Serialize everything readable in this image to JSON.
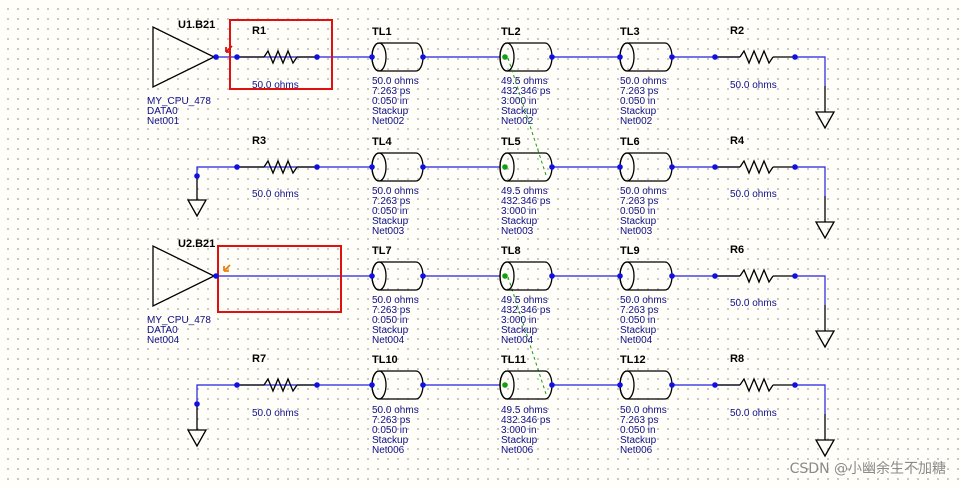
{
  "drivers": [
    {
      "ref": "U1.B21",
      "model": "MY_CPU_478",
      "pin": "DATA0",
      "net": "Net001"
    },
    {
      "ref": "U2.B21",
      "model": "MY_CPU_478",
      "pin": "DATA0",
      "net": "Net004"
    }
  ],
  "resistors": [
    {
      "ref": "R1",
      "value": "50.0 ohms"
    },
    {
      "ref": "R2",
      "value": "50.0 ohms"
    },
    {
      "ref": "R3",
      "value": "50.0 ohms"
    },
    {
      "ref": "R4",
      "value": "50.0 ohms"
    },
    {
      "ref": "R6",
      "value": "50.0 ohms"
    },
    {
      "ref": "R7",
      "value": "50.0 ohms"
    },
    {
      "ref": "R8",
      "value": "50.0 ohms"
    }
  ],
  "tlines": [
    {
      "ref": "TL1",
      "z": "50.0 ohms",
      "delay": "7.263 ps",
      "length": "0.050 in",
      "stack": "Stackup",
      "net": "Net002"
    },
    {
      "ref": "TL2",
      "z": "49.5 ohms",
      "delay": "432.346 ps",
      "length": "3.000 in",
      "stack": "Stackup",
      "net": "Net002"
    },
    {
      "ref": "TL3",
      "z": "50.0 ohms",
      "delay": "7.263 ps",
      "length": "0.050 in",
      "stack": "Stackup",
      "net": "Net002"
    },
    {
      "ref": "TL4",
      "z": "50.0 ohms",
      "delay": "7.263 ps",
      "length": "0.050 in",
      "stack": "Stackup",
      "net": "Net003"
    },
    {
      "ref": "TL5",
      "z": "49.5 ohms",
      "delay": "432.346 ps",
      "length": "3.000 in",
      "stack": "Stackup",
      "net": "Net003"
    },
    {
      "ref": "TL6",
      "z": "50.0 ohms",
      "delay": "7.263 ps",
      "length": "0.050 in",
      "stack": "Stackup",
      "net": "Net003"
    },
    {
      "ref": "TL7",
      "z": "50.0 ohms",
      "delay": "7.263 ps",
      "length": "0.050 in",
      "stack": "Stackup",
      "net": "Net004"
    },
    {
      "ref": "TL8",
      "z": "49.5 ohms",
      "delay": "432.346 ps",
      "length": "3.000 in",
      "stack": "Stackup",
      "net": "Net004"
    },
    {
      "ref": "TL9",
      "z": "50.0 ohms",
      "delay": "7.263 ps",
      "length": "0.050 in",
      "stack": "Stackup",
      "net": "Net004"
    },
    {
      "ref": "TL10",
      "z": "50.0 ohms",
      "delay": "7.263 ps",
      "length": "0.050 in",
      "stack": "Stackup",
      "net": "Net006"
    },
    {
      "ref": "TL11",
      "z": "49.5 ohms",
      "delay": "432.346 ps",
      "length": "3.000 in",
      "stack": "Stackup",
      "net": "Net006"
    },
    {
      "ref": "TL12",
      "z": "50.0 ohms",
      "delay": "7.263 ps",
      "length": "0.050 in",
      "stack": "Stackup",
      "net": "Net006"
    }
  ],
  "watermark": "CSDN @小幽余生不加糖",
  "colors": {
    "wire": "#2020e0",
    "node": "#1010e0",
    "coupled_node": "#10a010",
    "highlight": "#e01010",
    "value_text": "#10108a",
    "background": "#fffef8"
  }
}
